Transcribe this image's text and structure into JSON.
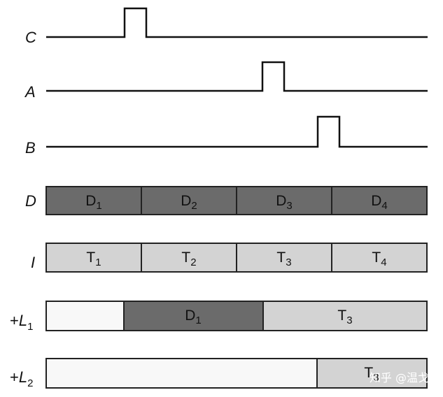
{
  "colors": {
    "dark": "#6b6b6b",
    "light": "#d3d3d3",
    "empty": "#f8f8f8",
    "line": "#111111"
  },
  "signals": [
    {
      "name": "C",
      "pulse": "first"
    },
    {
      "name": "A",
      "pulse": "third"
    },
    {
      "name": "B",
      "pulse": "fourth"
    }
  ],
  "rows": [
    {
      "prefix": "",
      "name": "D",
      "subscript": "",
      "cells": [
        {
          "main": "D",
          "sub": "1",
          "fill": "dark"
        },
        {
          "main": "D",
          "sub": "2",
          "fill": "dark"
        },
        {
          "main": "D",
          "sub": "3",
          "fill": "dark"
        },
        {
          "main": "D",
          "sub": "4",
          "fill": "dark"
        }
      ]
    },
    {
      "prefix": "",
      "name": "I",
      "subscript": "",
      "cells": [
        {
          "main": "T",
          "sub": "1",
          "fill": "light"
        },
        {
          "main": "T",
          "sub": "2",
          "fill": "light"
        },
        {
          "main": "T",
          "sub": "3",
          "fill": "light"
        },
        {
          "main": "T",
          "sub": "4",
          "fill": "light"
        }
      ]
    },
    {
      "prefix": "+",
      "name": "L",
      "subscript": "1",
      "cells": [
        {
          "main": "",
          "sub": "",
          "fill": "empty"
        },
        {
          "main": "D",
          "sub": "1",
          "fill": "dark"
        },
        {
          "main": "T",
          "sub": "3",
          "fill": "light"
        }
      ]
    },
    {
      "prefix": "+",
      "name": "L",
      "subscript": "2",
      "cells": [
        {
          "main": "",
          "sub": "",
          "fill": "empty"
        },
        {
          "main": "T",
          "sub": "3",
          "fill": "light"
        }
      ]
    }
  ],
  "watermark": "知乎 @温戈"
}
